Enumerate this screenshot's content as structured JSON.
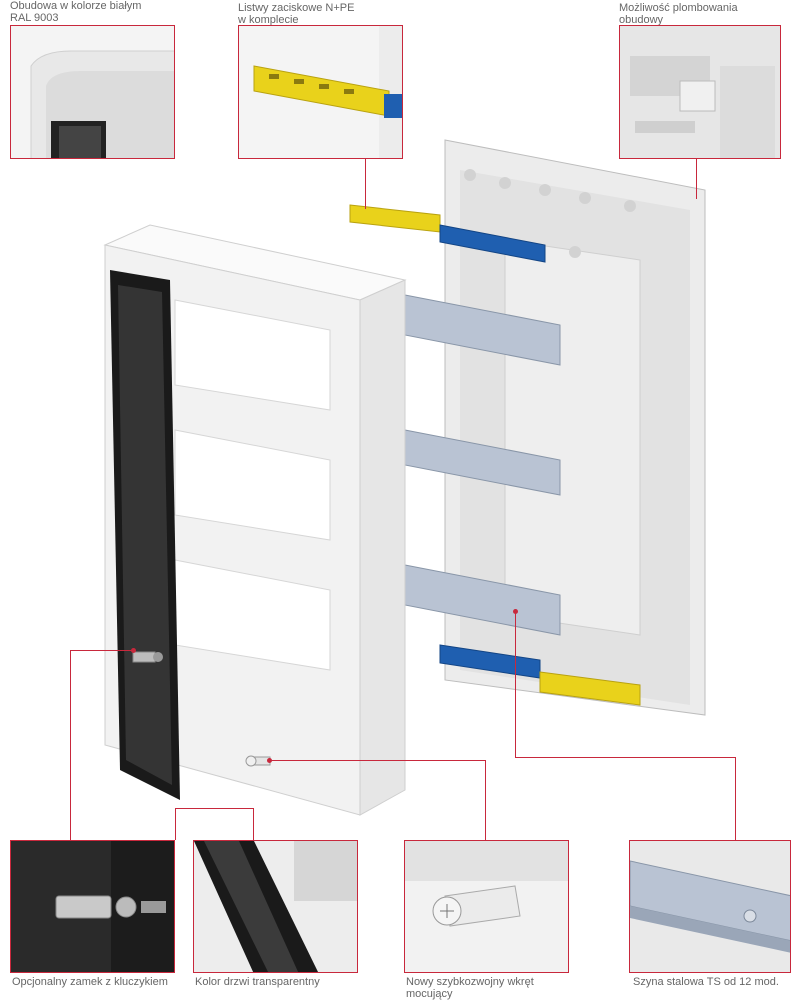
{
  "callouts": {
    "housing": "Obudowa w kolorze białym\nRAL 9003",
    "terminals": "Listwy zaciskowe N+PE\nw komplecie",
    "sealing": "Możliwość plombowania\nobudowy",
    "lock": "Opcjonalny zamek z kluczykiem",
    "door": "Kolor drzwi transparentny",
    "screw": "Nowy szybkozwojny wkręt\nmocujący",
    "rail": "Szyna stalowa TS od 12 mod."
  },
  "colors": {
    "accent": "#c8283c",
    "neutral_bar": "#1f5fb0",
    "pe_bar": "#e9d21b",
    "housing_white": "#f2f2f2",
    "door_smoke": "#1a1a1a",
    "din_rail": "#b9c3d3"
  },
  "icons": {
    "lock": "key-lock-icon",
    "screw": "screw-icon"
  }
}
